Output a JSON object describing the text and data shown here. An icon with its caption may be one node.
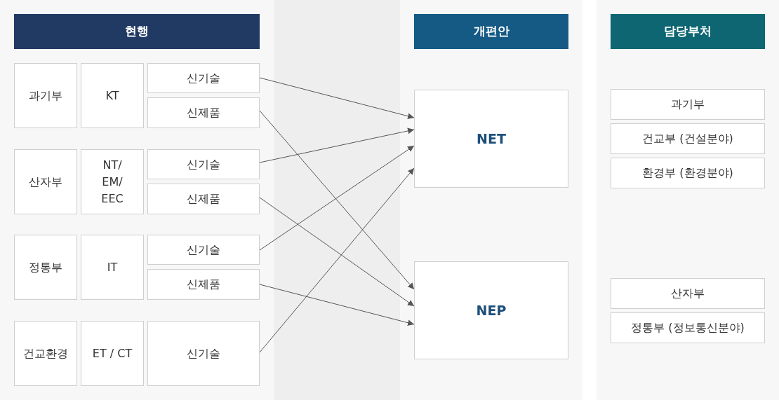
{
  "diagram": {
    "nodes": [
      {
        "text": [
          "현행"
        ]
      },
      {
        "text": [
          "과기부"
        ]
      },
      {
        "text": [
          "KT"
        ]
      },
      {
        "text": [
          "신기술"
        ]
      },
      {
        "text": [
          "신제품"
        ]
      },
      {
        "text": [
          "산자부"
        ]
      },
      {
        "text": [
          "NT/ EM/ EEC"
        ]
      },
      {
        "text": [
          "신기술"
        ]
      },
      {
        "text": [
          "신제품"
        ]
      },
      {
        "text": [
          "정통부"
        ]
      },
      {
        "text": [
          "IT"
        ]
      },
      {
        "text": [
          "신기술"
        ]
      },
      {
        "text": [
          "신제품"
        ]
      },
      {
        "text": [
          "건교환경"
        ]
      },
      {
        "text": [
          "ET / CT"
        ]
      },
      {
        "text": [
          "신기술"
        ]
      },
      {
        "text": [
          "개편안"
        ]
      },
      {
        "text": [
          "NET"
        ]
      },
      {
        "text": [
          "NEP"
        ]
      },
      {
        "text": [
          "담당부처"
        ]
      },
      {
        "text": [
          "과기부"
        ]
      },
      {
        "text": [
          "건교부 (건설분야)"
        ]
      },
      {
        "text": [
          "환경부 (환경분야)"
        ]
      },
      {
        "text": [
          "산자부"
        ]
      },
      {
        "text": [
          "정통부 (정보통신분야)"
        ]
      }
    ],
    "edges": [
      {
        "from": 3,
        "to": 17,
        "arrow": "to"
      },
      {
        "from": 4,
        "to": 18,
        "arrow": "to"
      },
      {
        "from": 7,
        "to": 17,
        "arrow": "to"
      },
      {
        "from": 8,
        "to": 18,
        "arrow": "to"
      },
      {
        "from": 11,
        "to": 17,
        "arrow": "to"
      },
      {
        "from": 12,
        "to": 18,
        "arrow": "to"
      },
      {
        "from": 15,
        "to": 17,
        "arrow": "to"
      }
    ]
  }
}
